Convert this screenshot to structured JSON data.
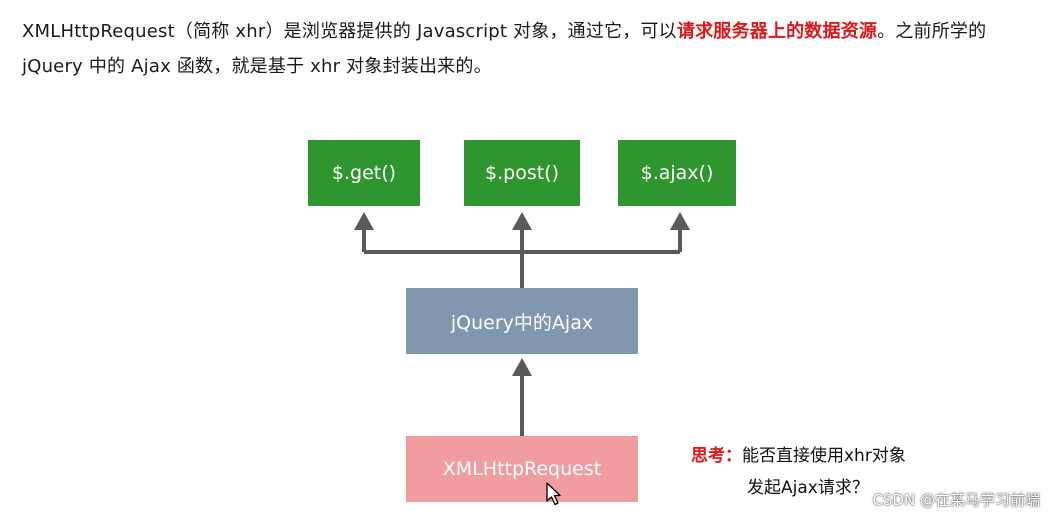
{
  "intro": {
    "text_before": "XMLHttpRequest（简称 xhr）是浏览器提供的 Javascript 对象，通过它，可以",
    "highlight": "请求服务器上的数据资源",
    "text_after": "。之前所学的 jQuery 中的 Ajax 函数，就是基于 xhr 对象封装出来的。"
  },
  "diagram": {
    "methods": [
      "$.get()",
      "$.post()",
      "$.ajax()"
    ],
    "jquery_ajax": "jQuery中的Ajax",
    "xhr": "XMLHttpRequest"
  },
  "think": {
    "label": "思考：",
    "line1": "能否直接使用xhr对象",
    "line2": "发起Ajax请求？"
  },
  "watermark": "CSDN @在某马学习前端",
  "colors": {
    "method_box": "#2f962f",
    "jquery_box": "#8197b0",
    "xhr_box": "#f19c9e",
    "highlight": "#e0171a",
    "arrow": "#5a5a5a"
  }
}
